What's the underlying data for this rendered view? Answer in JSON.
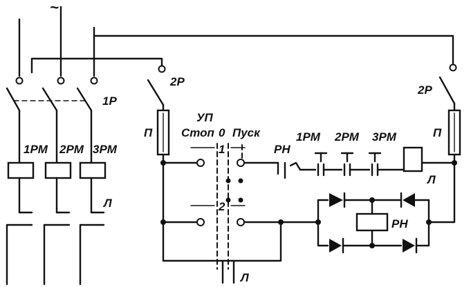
{
  "labels": {
    "ac_symbol": "~",
    "switch_1": "1Р",
    "switch_2_left": "2Р",
    "switch_2_right": "2Р",
    "fuse_left": "П",
    "fuse_right": "П",
    "contactor_1": "1РМ",
    "contactor_2": "2РМ",
    "contactor_3": "3РМ",
    "lamp_left": "Л",
    "lamp_bottom": "Л",
    "lamp_right": "Л",
    "controller": "УП",
    "stop": "Стоп",
    "start": "Пуск",
    "position_0": "0",
    "position_1": "1",
    "position_2": "2",
    "relay_contact": "РН",
    "relay_coil": "РН",
    "aux_1": "1РМ",
    "aux_2": "2РМ",
    "aux_3": "3РМ"
  }
}
